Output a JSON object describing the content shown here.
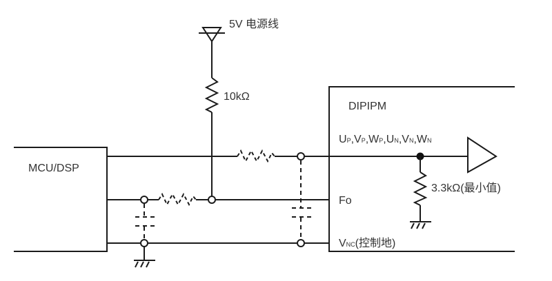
{
  "diagram": {
    "type": "circuit-schematic",
    "blocks": {
      "mcu": {
        "label": "MCU/DSP"
      },
      "dipipm": {
        "label": "DIPIPM"
      }
    },
    "supply": {
      "label": "5V 电源线"
    },
    "pullup_resistor": {
      "label": "10kΩ"
    },
    "internal_resistor": {
      "label": "3.3kΩ(最小值)"
    },
    "signals": {
      "inputs": {
        "parts": [
          {
            "main": "U",
            "sub": "P",
            "sep": ","
          },
          {
            "main": "V",
            "sub": "P",
            "sep": ","
          },
          {
            "main": "W",
            "sub": "P",
            "sep": ","
          },
          {
            "main": "U",
            "sub": "N",
            "sep": ","
          },
          {
            "main": "V",
            "sub": "N",
            "sep": ","
          },
          {
            "main": "W",
            "sub": "N",
            "sep": ""
          }
        ]
      },
      "fault": {
        "label": "Fo"
      },
      "ground": {
        "main": "V",
        "sub": "NC",
        "suffix": "(控制地)"
      }
    },
    "parasitics": {
      "resistors": [
        "input-line",
        "fo-line"
      ],
      "capacitors": [
        "mcu-side",
        "dipipm-side"
      ]
    }
  }
}
